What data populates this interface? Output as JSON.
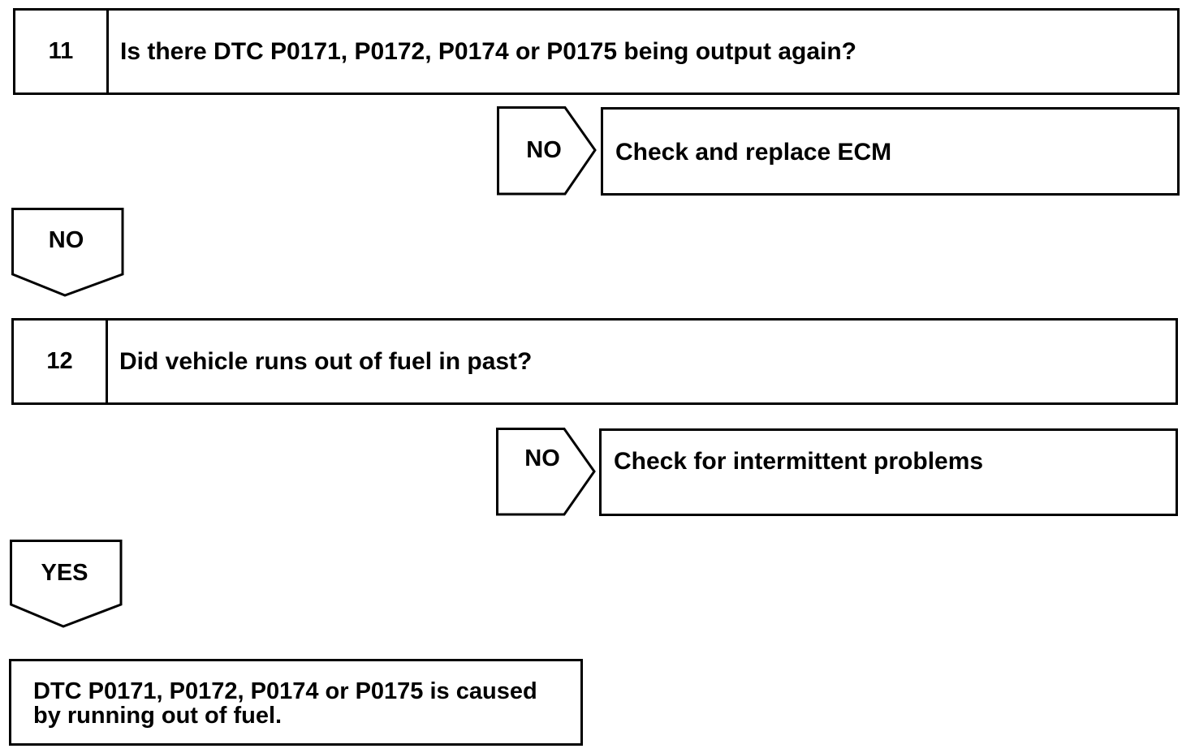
{
  "steps": [
    {
      "number": "11",
      "question": "Is there DTC P0171, P0172, P0174 or P0175 being output again?",
      "side_branch": {
        "label": "NO",
        "result": "Check and replace ECM"
      },
      "down_branch": {
        "label": "NO"
      }
    },
    {
      "number": "12",
      "question": "Did vehicle runs out of fuel in past?",
      "side_branch": {
        "label": "NO",
        "result": "Check for intermittent problems"
      },
      "down_branch": {
        "label": "YES"
      }
    }
  ],
  "conclusion": {
    "line1": "DTC P0171, P0172, P0174 or P0175 is caused",
    "line2": "by running out of fuel."
  }
}
